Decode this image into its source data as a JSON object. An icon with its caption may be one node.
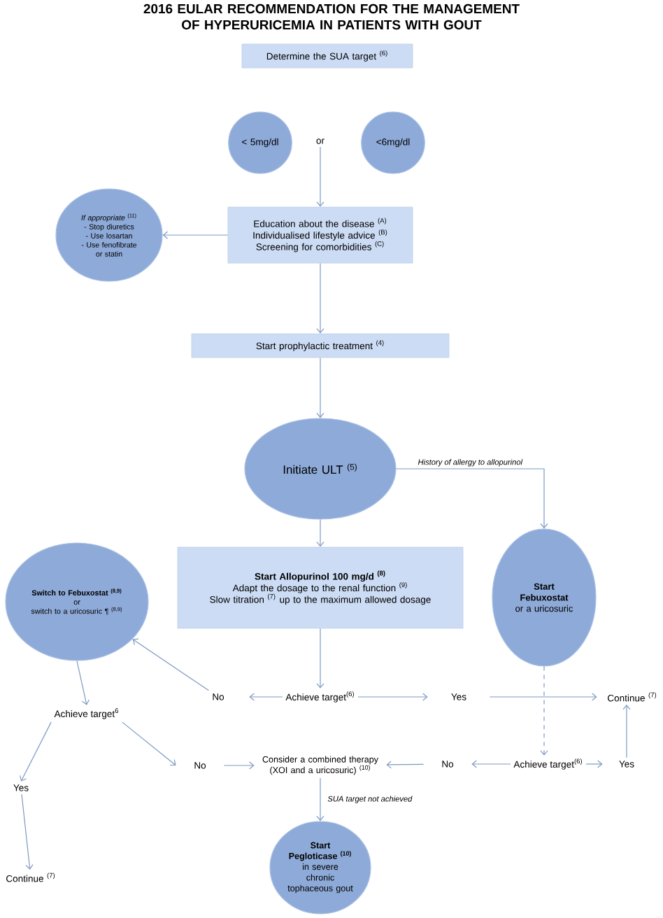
{
  "diagram": {
    "title": "2016 EULAR RECOMMENDATION FOR THE MANAGEMENT OF HYPERURICEMIA IN PATIENTS WITH GOUT",
    "nodes": [
      {
        "text": [
          "Determine the SUA target $^{(6)}$"
        ]
      },
      {
        "text": [
          "< 5mg/dl"
        ]
      },
      {
        "text": [
          "or"
        ]
      },
      {
        "text": [
          "<6mg/dl"
        ]
      },
      {
        "text": [
          "Education about the disease $^{(A)}$",
          "Individualised lifestyle advice $^{(B)}$",
          "Screening for comorbidities $^{(C)}$"
        ]
      },
      {
        "text": [
          "*If appropriate* $^{(11)}$",
          "- Stop diuretics",
          "- Use losartan",
          "- Use fenofibrate or statin"
        ]
      },
      {
        "text": [
          "Start prophylactic treatment $^{(4)}$"
        ]
      },
      {
        "text": [
          "Initiate ULT $^{(5)}$"
        ]
      },
      {
        "text": [
          "Start Allopurinol 100 mg/d $^{(8)}$",
          "Adapt the dosage to the renal function $^{(9)}$",
          "Slow titration $^{(7)}$ up to the maximum allowed dosage"
        ]
      },
      {
        "text": [
          "Start Febuxostat",
          "or a uricosuric"
        ]
      },
      {
        "text": [
          "Switch to Febuxostat $^{(8,9)}$",
          "or",
          "switch to a uricosuric ¶ $^{(8,9)}$"
        ]
      },
      {
        "text": [
          "No"
        ]
      },
      {
        "text": [
          "Achieve target$^{(6)}$"
        ]
      },
      {
        "text": [
          "Yes"
        ]
      },
      {
        "text": [
          "Continue $^{(7)}$"
        ]
      },
      {
        "text": [
          "Achieve target$^{6}$"
        ]
      },
      {
        "text": [
          "Yes"
        ]
      },
      {
        "text": [
          "Continue $^{(7)}$"
        ]
      },
      {
        "text": [
          "No"
        ]
      },
      {
        "text": [
          "Consider a combined therapy (XOI and a uricosuric) $^{(10)}$"
        ]
      },
      {
        "text": [
          "No"
        ]
      },
      {
        "text": [
          "Achieve target$^{(6)}$"
        ]
      },
      {
        "text": [
          "Yes"
        ]
      },
      {
        "text": [
          "Start Pegloticase $^{(10)}$",
          "in severe chronic tophaceous gout"
        ]
      }
    ],
    "edges": [
      {
        "from": 2,
        "to": 4,
        "arrow": "to"
      },
      {
        "from": 4,
        "to": 5,
        "arrow": "to"
      },
      {
        "from": 4,
        "to": 6,
        "arrow": "to"
      },
      {
        "from": 6,
        "to": 7,
        "arrow": "to"
      },
      {
        "from": 7,
        "to": 8,
        "arrow": "to"
      },
      {
        "from": 7,
        "to": 9,
        "arrow": "to",
        "label": "History of allergy to allopurinol"
      },
      {
        "from": 8,
        "to": 12,
        "arrow": "to"
      },
      {
        "from": 12,
        "to": 11,
        "arrow": "to"
      },
      {
        "from": 11,
        "to": 10,
        "arrow": "to"
      },
      {
        "from": 12,
        "to": 13,
        "arrow": "to"
      },
      {
        "from": 13,
        "to": 14,
        "arrow": "to"
      },
      {
        "from": 9,
        "to": 21,
        "arrow": "to",
        "style": "dashed"
      },
      {
        "from": 21,
        "to": 20,
        "arrow": "to"
      },
      {
        "from": 20,
        "to": 19,
        "arrow": "to"
      },
      {
        "from": 21,
        "to": 22,
        "arrow": "to"
      },
      {
        "from": 22,
        "to": 14,
        "arrow": "to"
      },
      {
        "from": 10,
        "to": 15,
        "arrow": "to"
      },
      {
        "from": 15,
        "to": 16,
        "arrow": "to"
      },
      {
        "from": 16,
        "to": 17,
        "arrow": "to"
      },
      {
        "from": 15,
        "to": 18,
        "arrow": "to"
      },
      {
        "from": 18,
        "to": 19,
        "arrow": "to"
      },
      {
        "from": 19,
        "to": 23,
        "arrow": "to",
        "label": "SUA target not achieved"
      }
    ]
  }
}
